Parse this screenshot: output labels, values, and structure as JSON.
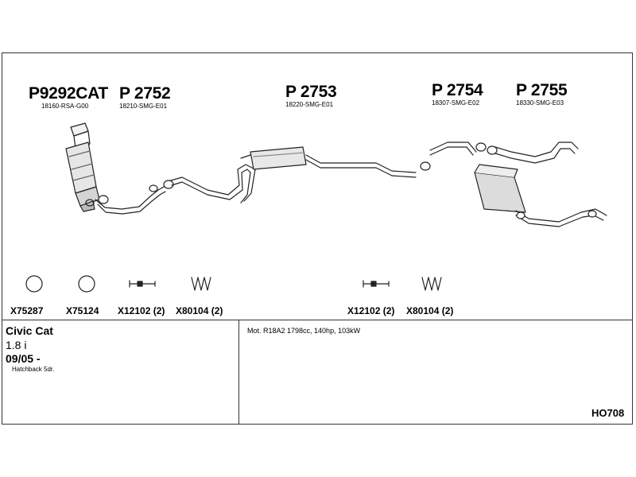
{
  "parts": [
    {
      "number": "P9292CAT",
      "oem": "18160-RSA-G00"
    },
    {
      "number": "P 2752",
      "oem": "18210-SMG-E01"
    },
    {
      "number": "P 2753",
      "oem": "18220-SMG-E01"
    },
    {
      "number": "P 2754",
      "oem": "18307-SMG-E02"
    },
    {
      "number": "P 2755",
      "oem": "18330-SMG-E03"
    }
  ],
  "accessories": [
    {
      "label": "X75287",
      "icon": "gasket-ring-icon"
    },
    {
      "label": "X75124",
      "icon": "gasket-ring-icon"
    },
    {
      "label": "X12102 (2)",
      "icon": "bolt-icon"
    },
    {
      "label": "X80104 (2)",
      "icon": "spring-icon"
    },
    {
      "label": "X12102 (2)",
      "icon": "bolt-icon"
    },
    {
      "label": "X80104 (2)",
      "icon": "spring-icon"
    }
  ],
  "vehicle": {
    "model": "Civic Cat",
    "engine": "1.8 i",
    "date": "09/05 -",
    "body": "Hatchback 5dr."
  },
  "spec": "Mot. R18A2 1798cc, 140hp, 103kW",
  "kit_code": "HO708"
}
